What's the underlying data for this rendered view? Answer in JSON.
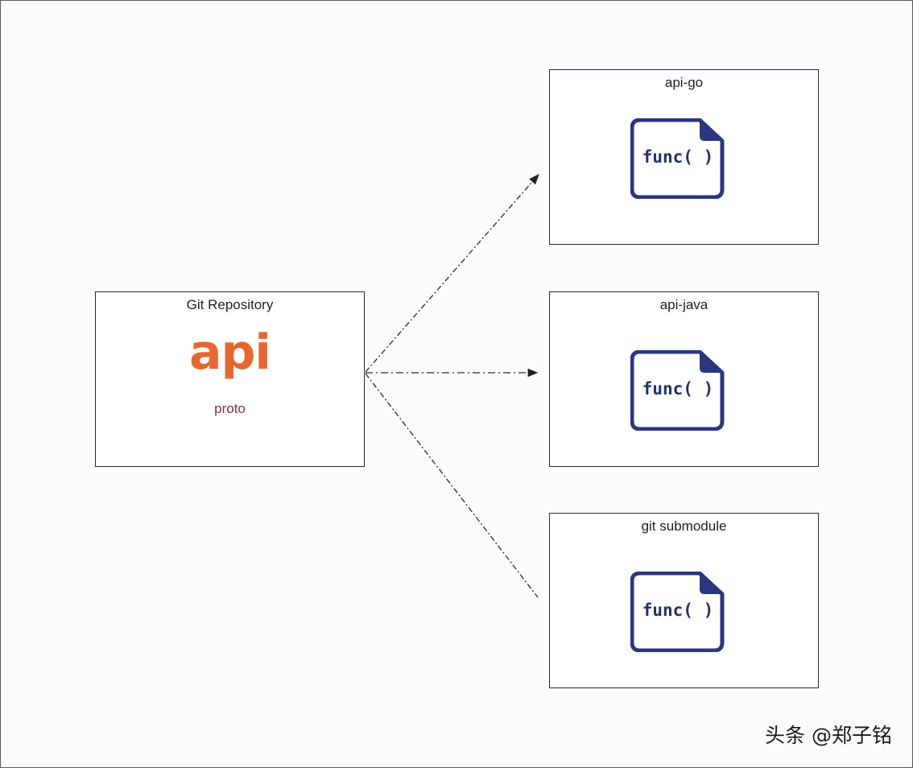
{
  "source": {
    "title": "Git Repository",
    "logo_text": "api",
    "logo_subtext": "proto",
    "logo_color": "#e8662e",
    "subtext_color": "#8a2f2f"
  },
  "targets": [
    {
      "title": "api-go",
      "icon": "file-code-icon",
      "icon_label": "func( )"
    },
    {
      "title": "api-java",
      "icon": "file-code-icon",
      "icon_label": "func( )"
    },
    {
      "title": "git submodule",
      "icon": "file-code-icon",
      "icon_label": "func( )"
    }
  ],
  "icon_color": "#2a3680",
  "watermark": "头条 @郑子铭"
}
